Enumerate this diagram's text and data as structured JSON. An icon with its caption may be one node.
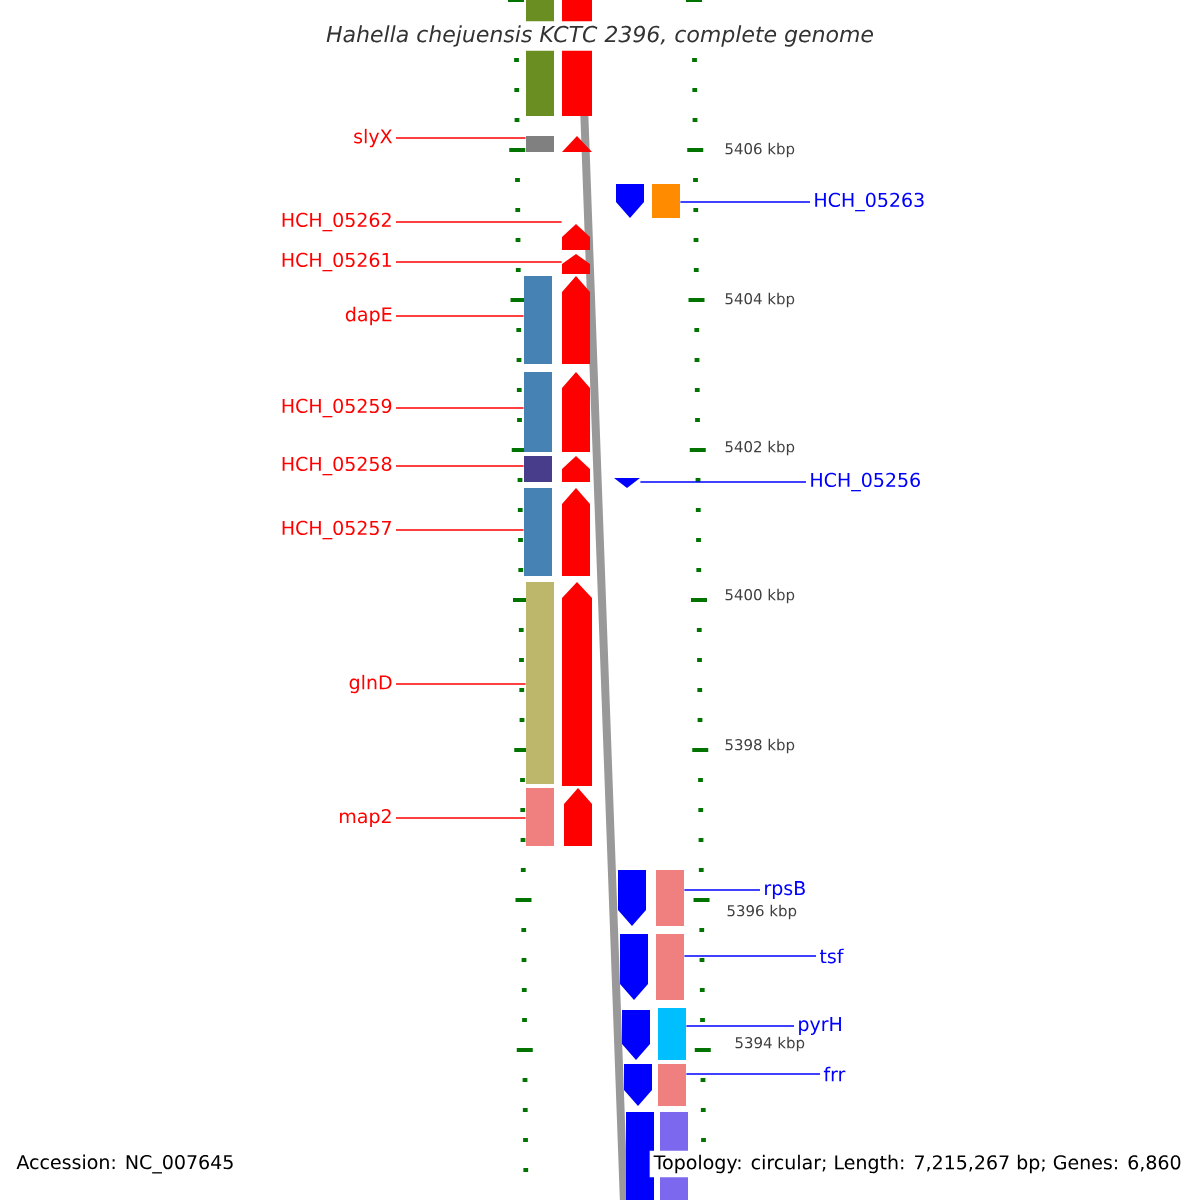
{
  "diagram": {
    "title": "Hahella chejuensis KCTC 2396, complete genome",
    "nodes": [
      {
        "text": [
          "slyX"
        ]
      },
      {
        "text": [],
        "shape": "bar"
      },
      {
        "text": [
          "HCH_05262"
        ]
      },
      {
        "text": [],
        "shape": "pentagon"
      },
      {
        "text": [
          "HCH_05261"
        ]
      },
      {
        "text": [],
        "shape": "pentagon"
      },
      {
        "text": [
          "dapE"
        ]
      },
      {
        "text": [],
        "shape": "bar"
      },
      {
        "text": [
          "HCH_05259"
        ]
      },
      {
        "text": [],
        "shape": "bar"
      },
      {
        "text": [
          "HCH_05258"
        ]
      },
      {
        "text": [],
        "shape": "bar"
      },
      {
        "text": [
          "HCH_05257"
        ]
      },
      {
        "text": [],
        "shape": "bar"
      },
      {
        "text": [
          "glnD"
        ]
      },
      {
        "text": [],
        "shape": "bar"
      },
      {
        "text": [
          "map2"
        ]
      },
      {
        "text": [],
        "shape": "bar"
      },
      {
        "text": [
          "HCH_05263"
        ]
      },
      {
        "text": [],
        "shape": "bar"
      },
      {
        "text": [
          "HCH_05256"
        ]
      },
      {
        "text": [],
        "shape": "triangle"
      },
      {
        "text": [
          "rpsB"
        ]
      },
      {
        "text": [],
        "shape": "bar"
      },
      {
        "text": [
          "tsf"
        ]
      },
      {
        "text": [],
        "shape": "bar"
      },
      {
        "text": [
          "pyrH"
        ]
      },
      {
        "text": [],
        "shape": "bar"
      },
      {
        "text": [
          "frr"
        ]
      },
      {
        "text": [],
        "shape": "bar"
      },
      {
        "text": [],
        "shape": "bar"
      },
      {
        "text": [],
        "shape": "pentagon"
      },
      {
        "text": [],
        "shape": "triangle"
      },
      {
        "text": [],
        "shape": "pentagon"
      },
      {
        "text": [],
        "shape": "pentagon"
      },
      {
        "text": [],
        "shape": "pentagon"
      },
      {
        "text": [],
        "shape": "pentagon"
      },
      {
        "text": [],
        "shape": "pentagon"
      },
      {
        "text": [],
        "shape": "pentagon"
      },
      {
        "text": [],
        "shape": "pentagon"
      },
      {
        "text": [],
        "shape": "pentagon"
      },
      {
        "text": [],
        "shape": "pentagon"
      },
      {
        "text": [],
        "shape": "pentagon"
      },
      {
        "text": [],
        "shape": "pentagon"
      },
      {
        "text": [],
        "shape": "pentagon"
      },
      {
        "text": [],
        "shape": "bar"
      }
    ],
    "edges": [
      {
        "from": 0,
        "to": 1,
        "arrow": "none"
      },
      {
        "from": 2,
        "to": 3,
        "arrow": "none"
      },
      {
        "from": 4,
        "to": 5,
        "arrow": "none"
      },
      {
        "from": 6,
        "to": 7,
        "arrow": "none"
      },
      {
        "from": 8,
        "to": 9,
        "arrow": "none"
      },
      {
        "from": 10,
        "to": 11,
        "arrow": "none"
      },
      {
        "from": 12,
        "to": 13,
        "arrow": "none"
      },
      {
        "from": 14,
        "to": 15,
        "arrow": "none"
      },
      {
        "from": 16,
        "to": 17,
        "arrow": "none"
      },
      {
        "from": 18,
        "to": 19,
        "arrow": "none",
        "color": "#0000ff"
      },
      {
        "from": 20,
        "to": 21,
        "arrow": "none",
        "color": "#0000ff"
      },
      {
        "from": 22,
        "to": 23,
        "arrow": "none",
        "color": "#0000ff"
      },
      {
        "from": 24,
        "to": 25,
        "arrow": "none",
        "color": "#0000ff"
      },
      {
        "from": 26,
        "to": 27,
        "arrow": "none",
        "color": "#0000ff"
      },
      {
        "from": 28,
        "to": 29,
        "arrow": "none",
        "color": "#0000ff"
      }
    ],
    "labels": [
      "5406 kbp",
      "5404 kbp",
      "5402 kbp",
      "5400 kbp",
      "5398 kbp",
      "5396 kbp",
      "5394 kbp",
      "Accession: NC_007645",
      "Topology: circular; Length: 7,215,267 bp; Genes: 6,860"
    ]
  }
}
